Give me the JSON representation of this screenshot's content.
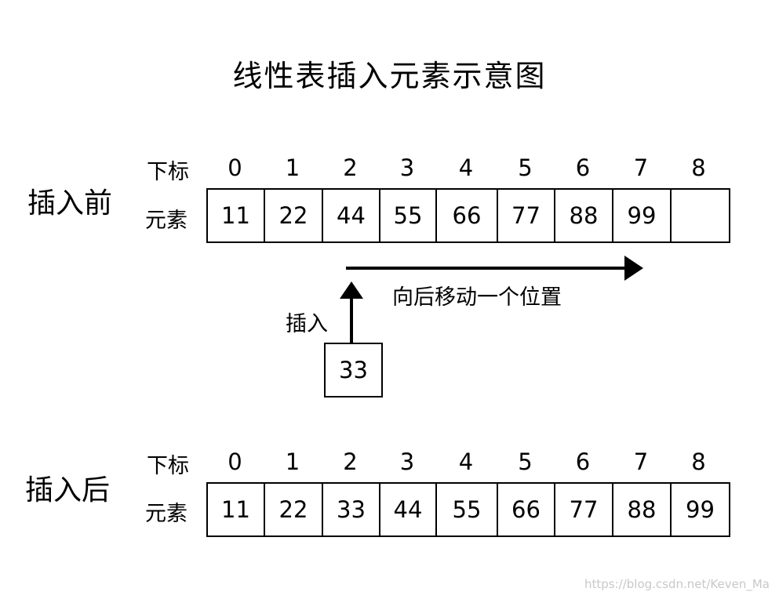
{
  "title": "线性表插入元素示意图",
  "before": {
    "section_label": "插入前",
    "index_label": "下标",
    "element_label": "元素",
    "indices": [
      "0",
      "1",
      "2",
      "3",
      "4",
      "5",
      "6",
      "7",
      "8"
    ],
    "elements": [
      "11",
      "22",
      "44",
      "55",
      "66",
      "77",
      "88",
      "99",
      ""
    ]
  },
  "insert": {
    "shift_label": "向后移动一个位置",
    "insert_label": "插入",
    "value": "33"
  },
  "after": {
    "section_label": "插入后",
    "index_label": "下标",
    "element_label": "元素",
    "indices": [
      "0",
      "1",
      "2",
      "3",
      "4",
      "5",
      "6",
      "7",
      "8"
    ],
    "elements": [
      "11",
      "22",
      "33",
      "44",
      "55",
      "66",
      "77",
      "88",
      "99"
    ]
  },
  "watermark": "https://blog.csdn.net/Keven_Ma"
}
